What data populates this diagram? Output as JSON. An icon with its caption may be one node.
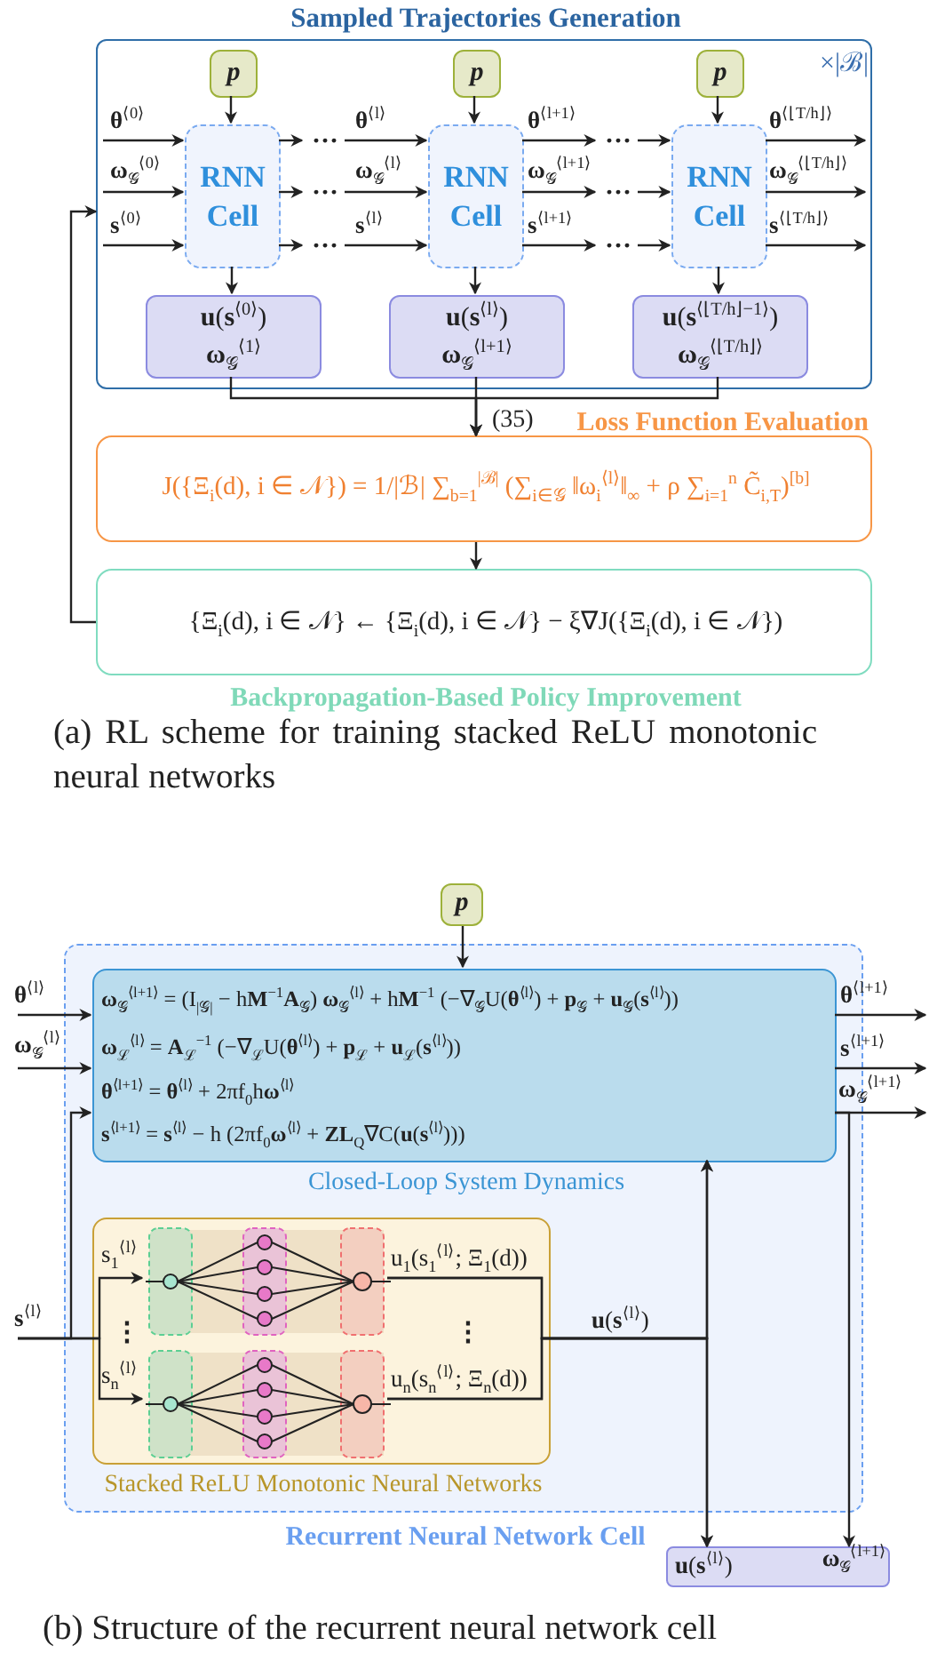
{
  "diagram": {
    "nodes": [
      {
        "text": [
          "Sampled Trajectories Generation",
          "×|ℬ|"
        ]
      },
      {
        "text": [
          "p"
        ],
        "in": 0
      },
      {
        "text": [
          "p"
        ],
        "in": 0
      },
      {
        "text": [
          "p"
        ],
        "in": 0
      },
      {
        "text": [
          "RNN Cell"
        ],
        "in": 0
      },
      {
        "text": [
          "RNN Cell"
        ],
        "in": 0
      },
      {
        "text": [
          "RNN Cell"
        ],
        "in": 0
      },
      {
        "text": [
          "**u**(**s**$^{⟨0⟩}$)",
          "**ω**$_{𝒢}$$^{⟨1⟩}$"
        ],
        "in": 0
      },
      {
        "text": [
          "**u**(**s**$^{⟨l⟩}$)",
          "**ω**$_{𝒢}$$^{⟨l+1⟩}$"
        ],
        "in": 0
      },
      {
        "text": [
          "**u**(**s**$^{⟨⌊T/h⌋−1⟩}$)",
          "**ω**$_{𝒢}$$^{⟨⌊T/h⌋⟩}$"
        ],
        "in": 0
      },
      {
        "text": [
          "···"
        ],
        "in": 0
      },
      {
        "text": [
          "···"
        ],
        "in": 0
      },
      {
        "text": [
          "···"
        ],
        "in": 0
      },
      {
        "text": [
          "···"
        ],
        "in": 0
      },
      {
        "text": [
          "···"
        ],
        "in": 0
      },
      {
        "text": [
          "···"
        ],
        "in": 0
      },
      {
        "text": [
          "Loss Function Evaluation",
          "J({Ξ$_{i}$(d), i ∈ 𝒩}) = 1/|ℬ| ∑$_{b=1}$$^{|ℬ|}$ (∑$_{i∈𝒢}$ ‖ω$_{i}$$^{⟨l⟩}$‖$_{∞}$ + ρ ∑$_{i=1}$$^{n}$ C̃$_{i,T}$)$^{[b]}$"
        ]
      },
      {
        "text": [
          "{Ξ$_{i}$(d), i ∈ 𝒩} ← {Ξ$_{i}$(d), i ∈ 𝒩} − ξ∇J({Ξ$_{i}$(d), i ∈ 𝒩})",
          "Backpropagation-Based Policy Improvement"
        ]
      },
      {
        "text": [
          "p"
        ]
      },
      {
        "text": [
          "Recurrent Neural Network Cell"
        ]
      },
      {
        "text": [
          "**ω**$_{𝒢}$$^{⟨l+1⟩}$ = (I$_{|𝒢|}$ − h**M**$^{−1}$**A**$_{𝒢}$) **ω**$_{𝒢}$$^{⟨l⟩}$ + h**M**$^{−1}$ (−∇$_{𝒢}$U(**θ**$^{⟨l⟩}$) + **p**$_{𝒢}$ + **u**$_{𝒢}$(**s**$^{⟨l⟩}$))",
          "**ω**$_{ℒ}$$^{⟨l⟩}$ = **A**$_{ℒ}$$^{−1}$ (−∇$_{ℒ}$U(**θ**$^{⟨l⟩}$) + **p**$_{ℒ}$ + **u**$_{ℒ}$(**s**$^{⟨l⟩}$))",
          "**θ**$^{⟨l+1⟩}$ = **θ**$^{⟨l⟩}$ + 2πf$_{0}$h**ω**$^{⟨l⟩}$",
          "**s**$^{⟨l+1⟩}$ = **s**$^{⟨l⟩}$ − h (2πf$_{0}$**ω**$^{⟨l⟩}$ + **ZL**$_{Q}$∇C(**u**(**s**$^{⟨l⟩}$)))",
          "Closed-Loop System Dynamics"
        ],
        "in": 19
      },
      {
        "text": [
          "Stacked ReLU Monotonic Neural Networks"
        ],
        "in": 19
      },
      {
        "text": [],
        "shape": "picture",
        "in": 21
      },
      {
        "text": [],
        "shape": "picture",
        "in": 21
      },
      {
        "text": [
          "**u**(**s**$^{⟨l⟩}$)",
          "**ω**$_{𝒢}$$^{⟨l+1⟩}$"
        ]
      }
    ],
    "edges": [
      {
        "from": 1,
        "to": 4,
        "arrow": "to"
      },
      {
        "from": 2,
        "to": 5,
        "arrow": "to"
      },
      {
        "from": 3,
        "to": 6,
        "arrow": "to"
      },
      {
        "from": null,
        "to": 4,
        "arrow": "to",
        "label": "**θ**$^{⟨0⟩}$"
      },
      {
        "from": null,
        "to": 4,
        "arrow": "to",
        "label": "**ω**$_{𝒢}$$^{⟨0⟩}$"
      },
      {
        "from": null,
        "to": 4,
        "arrow": "to",
        "label": "**s**$^{⟨0⟩}$"
      },
      {
        "from": 4,
        "to": 10,
        "arrow": "to"
      },
      {
        "from": 4,
        "to": 12,
        "arrow": "to"
      },
      {
        "from": 4,
        "to": 14,
        "arrow": "to"
      },
      {
        "from": 10,
        "to": 5,
        "arrow": "to",
        "label": "**θ**$^{⟨l⟩}$"
      },
      {
        "from": 12,
        "to": 5,
        "arrow": "to",
        "label": "**ω**$_{𝒢}$$^{⟨l⟩}$"
      },
      {
        "from": 14,
        "to": 5,
        "arrow": "to",
        "label": "**s**$^{⟨l⟩}$"
      },
      {
        "from": 5,
        "to": 11,
        "arrow": "to",
        "label": "**θ**$^{⟨l+1⟩}$"
      },
      {
        "from": 5,
        "to": 13,
        "arrow": "to",
        "label": "**ω**$_{𝒢}$$^{⟨l+1⟩}$"
      },
      {
        "from": 5,
        "to": 15,
        "arrow": "to",
        "label": "**s**$^{⟨l+1⟩}$"
      },
      {
        "from": 11,
        "to": 6,
        "arrow": "to"
      },
      {
        "from": 13,
        "to": 6,
        "arrow": "to"
      },
      {
        "from": 15,
        "to": 6,
        "arrow": "to"
      },
      {
        "from": 6,
        "to": null,
        "arrow": "to",
        "label": "**θ**$^{⟨⌊T/h⌋⟩}$"
      },
      {
        "from": 6,
        "to": null,
        "arrow": "to",
        "label": "**ω**$_{𝒢}$$^{⟨⌊T/h⌋⟩}$"
      },
      {
        "from": 6,
        "to": null,
        "arrow": "to",
        "label": "**s**$^{⟨⌊T/h⌋⟩}$"
      },
      {
        "from": 4,
        "to": 7,
        "arrow": "to"
      },
      {
        "from": 5,
        "to": 8,
        "arrow": "to"
      },
      {
        "from": 6,
        "to": 9,
        "arrow": "to"
      },
      {
        "from": 7,
        "to": 16,
        "arrow": "to"
      },
      {
        "from": 8,
        "to": 16,
        "arrow": "to",
        "label": "(35)"
      },
      {
        "from": 9,
        "to": 16,
        "arrow": "to"
      },
      {
        "from": 16,
        "to": 17,
        "arrow": "to"
      },
      {
        "from": 17,
        "to": 0,
        "arrow": "to"
      },
      {
        "from": 18,
        "to": 20,
        "arrow": "to"
      },
      {
        "from": null,
        "to": 20,
        "arrow": "to",
        "label": "**θ**$^{⟨l⟩}$"
      },
      {
        "from": null,
        "to": 20,
        "arrow": "to",
        "label": "**ω**$_{𝒢}$$^{⟨l⟩}$"
      },
      {
        "from": null,
        "to": 20,
        "arrow": "to",
        "label": "**s**$^{⟨l⟩}$"
      },
      {
        "from": null,
        "to": 22,
        "arrow": "to",
        "label": "s$_{1}$$^{⟨l⟩}$"
      },
      {
        "from": null,
        "to": 23,
        "arrow": "to",
        "label": "s$_{n}$$^{⟨l⟩}$"
      },
      {
        "from": 22,
        "to": 20,
        "arrow": "to",
        "label": "u$_{1}$(s$_{1}$$^{⟨l⟩}$; Ξ$_{1}$(d))"
      },
      {
        "from": 23,
        "to": 20,
        "arrow": "to",
        "label": "u$_{n}$(s$_{n}$$^{⟨l⟩}$; Ξ$_{n}$(d))"
      },
      {
        "from": 22,
        "to": 24,
        "arrow": "to",
        "label": "**u**(**s**$^{⟨l⟩}$)"
      },
      {
        "from": 23,
        "to": 24,
        "arrow": "to"
      },
      {
        "from": 20,
        "to": null,
        "arrow": "to",
        "label": "**θ**$^{⟨l+1⟩}$"
      },
      {
        "from": 20,
        "to": null,
        "arrow": "to",
        "label": "**s**$^{⟨l+1⟩}$"
      },
      {
        "from": 20,
        "to": null,
        "arrow": "to",
        "label": "**ω**$_{𝒢}$$^{⟨l+1⟩}$"
      },
      {
        "from": 20,
        "to": 24,
        "arrow": "to"
      }
    ],
    "labels": [
      "(a) RL scheme for training stacked ReLU monotonic neural networks",
      "⋮",
      "⋮",
      "(b) Structure of the recurrent neural network cell"
    ]
  }
}
